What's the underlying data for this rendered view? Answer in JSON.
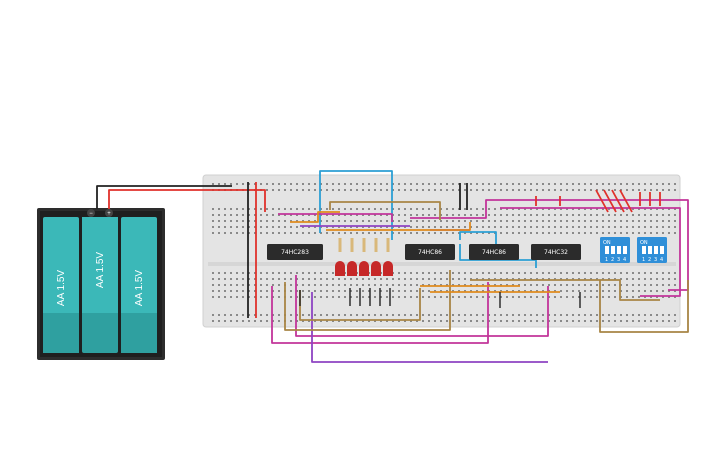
{
  "battery": {
    "cells": [
      "AA 1.5V",
      "AA 1.5V",
      "AA 1.5V"
    ],
    "minus": "−",
    "plus": "+"
  },
  "chips": [
    {
      "label": "74HC283"
    },
    {
      "label": "74HC86"
    },
    {
      "label": "74HC86"
    },
    {
      "label": "74HC32"
    }
  ],
  "dip_switches": [
    {
      "on_label": "ON",
      "numbers": [
        "1",
        "2",
        "3",
        "4"
      ]
    },
    {
      "on_label": "ON",
      "numbers": [
        "1",
        "2",
        "3",
        "4"
      ]
    }
  ],
  "leds": {
    "count": 5,
    "color": "#c62828"
  },
  "colors": {
    "breadboard": "#e4e4e4",
    "chip": "#2b2b2b",
    "dip": "#2f8fd8",
    "battery_case": "#2d2d2d",
    "battery_cell": "#3bb8b8",
    "wire_pink": "#c2359a",
    "wire_brown": "#a88545",
    "wire_blue": "#2b9fd4",
    "wire_red": "#e0312b",
    "wire_purple": "#8e44c2",
    "wire_orange": "#e08a1e",
    "wire_black": "#222222"
  }
}
